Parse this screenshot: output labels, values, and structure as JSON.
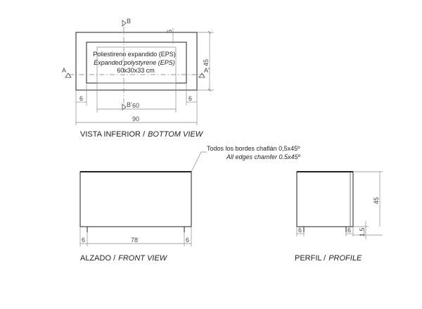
{
  "bottom_view": {
    "eps_label_es": "Poliestireno expandido (EPS)",
    "eps_label_en": "Expanded polystyrene (EPS)",
    "eps_size": "60x30x33 cm",
    "section_a": "A",
    "section_a_prime": "A'",
    "section_b": "B",
    "section_b_prime": "B'",
    "dim_top_6": "6",
    "dim_height_45": "45",
    "dim_left_6": "6",
    "dim_right_6": "6",
    "dim_inner_60": "60",
    "dim_total_90": "90",
    "title_es": "VISTA INFERIOR /",
    "title_en": "BOTTOM VIEW"
  },
  "chamfer_note": {
    "es": "Todos los bordes chaflán 0,5x45º",
    "en": "All edges chamfer 0.5x45º"
  },
  "front_view": {
    "dim_left_6": "6",
    "dim_inner_78": "78",
    "dim_right_6": "6",
    "title_es": "ALZADO /",
    "title_en": "FRONT VIEW"
  },
  "profile_view": {
    "dim_height_45": "45",
    "dim_base_1_5": "1,5",
    "dim_left_6": "6",
    "dim_right_6": "6",
    "title_es": "PERFIL /",
    "title_en": "PROFILE"
  }
}
